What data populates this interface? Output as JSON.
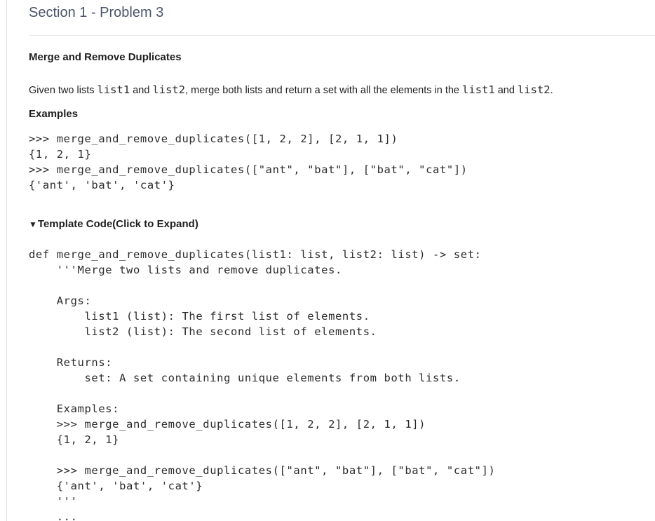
{
  "page": {
    "title": "Section 1 - Problem 3"
  },
  "problem": {
    "heading": "Merge and Remove Duplicates",
    "description": {
      "part1": "Given two lists ",
      "code1": "list1",
      "part2": " and ",
      "code2": "list2",
      "part3": ", merge both lists and return a set with all the elements in the ",
      "code3": "list1",
      "part4": " and ",
      "code4": "list2",
      "part5": "."
    },
    "examples_heading": "Examples",
    "examples_code": ">>> merge_and_remove_duplicates([1, 2, 2], [2, 1, 1])\n{1, 2, 1}\n>>> merge_and_remove_duplicates([\"ant\", \"bat\"], [\"bat\", \"cat\"])\n{'ant', 'bat', 'cat'}"
  },
  "template": {
    "toggle_icon": "▼",
    "toggle_label": "Template Code(Click to Expand)",
    "code": "def merge_and_remove_duplicates(list1: list, list2: list) -> set:\n    '''Merge two lists and remove duplicates.\n\n    Args:\n        list1 (list): The first list of elements.\n        list2 (list): The second list of elements.\n\n    Returns:\n        set: A set containing unique elements from both lists.\n\n    Examples:\n    >>> merge_and_remove_duplicates([1, 2, 2], [2, 1, 1])\n    {1, 2, 1}\n\n    >>> merge_and_remove_duplicates([\"ant\", \"bat\"], [\"bat\", \"cat\"])\n    {'ant', 'bat', 'cat'}\n    '''\n    ..."
  }
}
